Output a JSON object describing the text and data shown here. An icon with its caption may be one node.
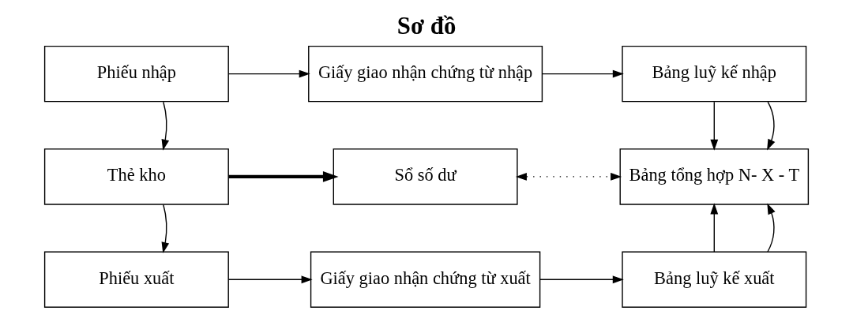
{
  "diagram": {
    "title": "Sơ đồ",
    "nodes": [
      {
        "text": [
          "Phiếu nhập"
        ]
      },
      {
        "text": [
          "Giấy giao nhận chứng từ nhập"
        ]
      },
      {
        "text": [
          "Bảng luỹ kế nhập"
        ]
      },
      {
        "text": [
          "Thẻ kho"
        ]
      },
      {
        "text": [
          "Sổ số dư"
        ]
      },
      {
        "text": [
          "Bảng tổng hợp N- X - T"
        ]
      },
      {
        "text": [
          "Phiếu xuất"
        ]
      },
      {
        "text": [
          "Giấy giao nhận chứng từ xuất"
        ]
      },
      {
        "text": [
          "Bảng luỹ kế xuất"
        ]
      }
    ],
    "edges": [
      {
        "from": 0,
        "to": 1,
        "arrow": "to"
      },
      {
        "from": 1,
        "to": 2,
        "arrow": "to"
      },
      {
        "from": 0,
        "to": 3,
        "arrow": "to"
      },
      {
        "from": 3,
        "to": 4,
        "arrow": "to",
        "style": "thick"
      },
      {
        "from": 4,
        "to": 5,
        "arrow": "both",
        "style": "dashed"
      },
      {
        "from": 2,
        "to": 5,
        "arrow": "to"
      },
      {
        "from": 2,
        "to": 5,
        "arrow": "to"
      },
      {
        "from": 3,
        "to": 6,
        "arrow": "to"
      },
      {
        "from": 6,
        "to": 7,
        "arrow": "to"
      },
      {
        "from": 7,
        "to": 8,
        "arrow": "to"
      },
      {
        "from": 8,
        "to": 5,
        "arrow": "to"
      },
      {
        "from": 8,
        "to": 5,
        "arrow": "to"
      }
    ]
  }
}
